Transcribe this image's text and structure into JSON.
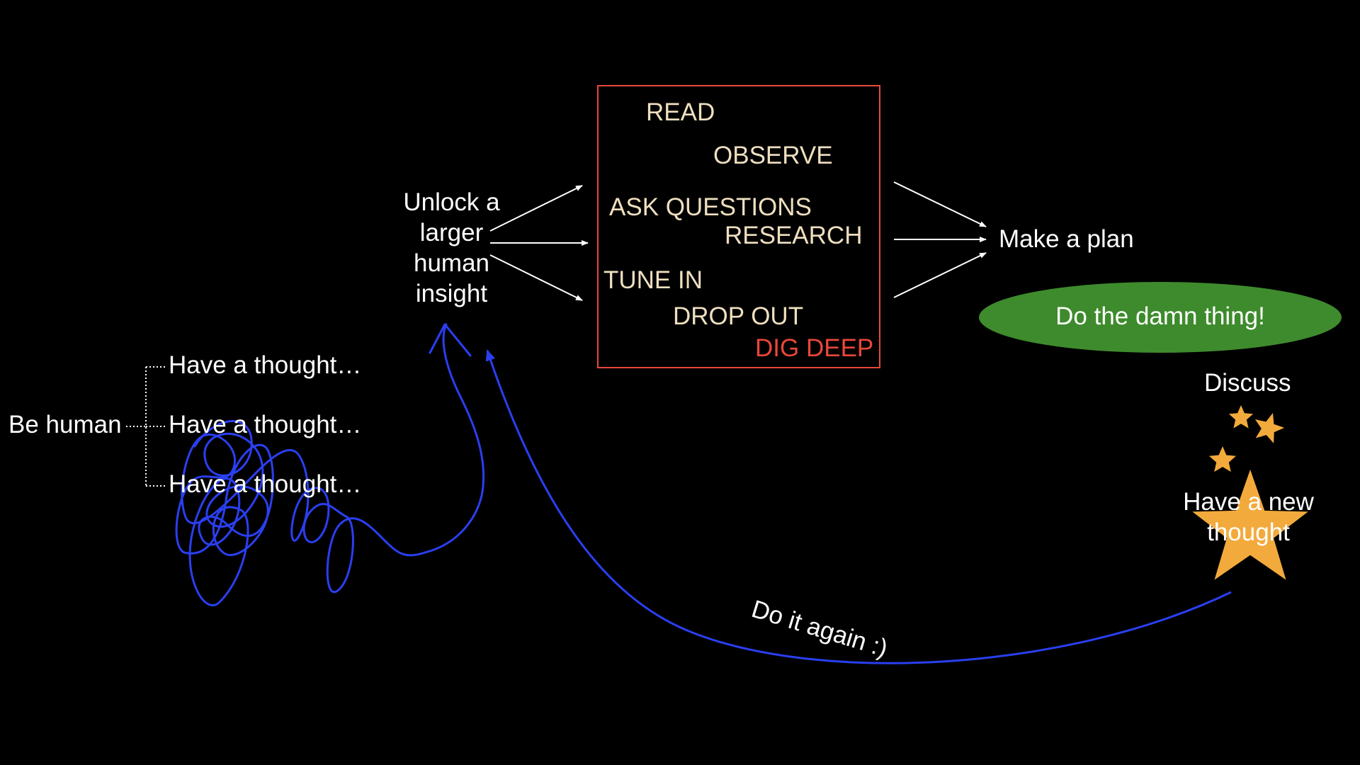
{
  "left": {
    "root_label": "Be human",
    "thoughts": [
      "Have a thought…",
      "Have a thought…",
      "Have a thought…"
    ]
  },
  "insight": {
    "label": "Unlock a larger human insight"
  },
  "process": {
    "steps": [
      "READ",
      "OBSERVE",
      "ASK QUESTIONS",
      "RESEARCH",
      "TUNE IN",
      "DROP OUT",
      "DIG DEEP"
    ],
    "highlight_step": "DIG DEEP"
  },
  "outcomes": {
    "plan": "Make a plan",
    "action": "Do the damn thing!",
    "discuss": "Discuss",
    "new_thought": "Have a new thought"
  },
  "loop": {
    "label": "Do it again :)"
  },
  "colors": {
    "background": "#000000",
    "text": "#ffffff",
    "step_text": "#efdfbf",
    "box_border": "#e8473a",
    "highlight": "#e8473a",
    "action_fill": "#3e8b2d",
    "scribble": "#2a3ff0",
    "star": "#f3aa3c"
  }
}
